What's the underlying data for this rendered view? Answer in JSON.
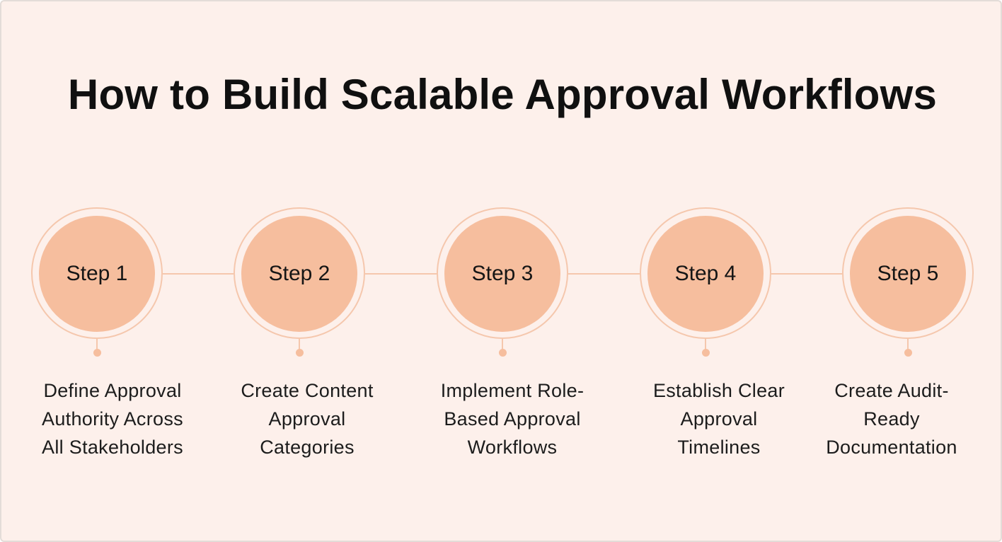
{
  "title": "How to Build Scalable Approval Workflows",
  "colors": {
    "background": "#fdf0eb",
    "circle_fill": "#f6be9e",
    "ring_stroke": "#f5c7ad",
    "title_text": "#101010"
  },
  "steps": [
    {
      "label": "Step 1",
      "description_lines": [
        "Define Approval",
        "Authority Across",
        "All Stakeholders"
      ]
    },
    {
      "label": "Step 2",
      "description_lines": [
        "Create Content",
        "Approval",
        "Categories"
      ]
    },
    {
      "label": "Step 3",
      "description_lines": [
        "Implement Role-",
        "Based Approval",
        "Workflows"
      ]
    },
    {
      "label": "Step 4",
      "description_lines": [
        "Establish Clear",
        "Approval",
        "Timelines"
      ]
    },
    {
      "label": "Step 5",
      "description_lines": [
        "Create Audit-",
        "Ready",
        "Documentation"
      ]
    }
  ]
}
